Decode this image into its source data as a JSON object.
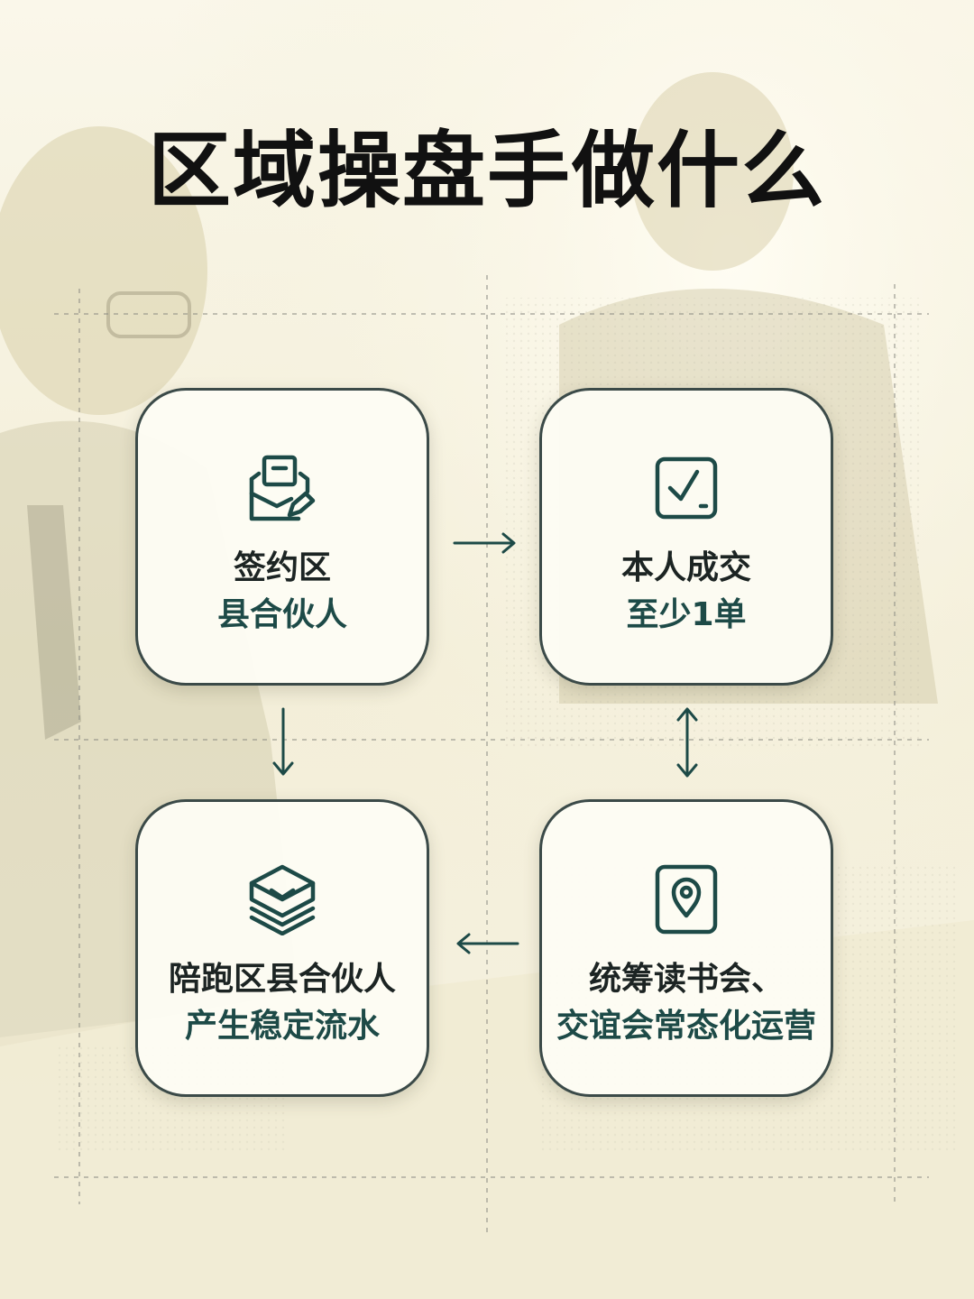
{
  "title": "区域操盘手做什么",
  "steps": [
    {
      "line1": "签约区",
      "line2": "县合伙人",
      "icon": "sign-contract-icon"
    },
    {
      "line1": "本人成交",
      "line2": "至少1单",
      "icon": "check-box-icon"
    },
    {
      "line1": "统筹读书会、",
      "line2": "交谊会常态化运营",
      "icon": "location-pin-icon"
    },
    {
      "line1": "陪跑区县合伙人",
      "line2": "产生稳定流水",
      "icon": "layers-icon"
    }
  ],
  "colors": {
    "accent": "#1d4a47",
    "card_border": "#3b4a48",
    "card_bg": "#fdfcf4",
    "title": "#111111"
  }
}
